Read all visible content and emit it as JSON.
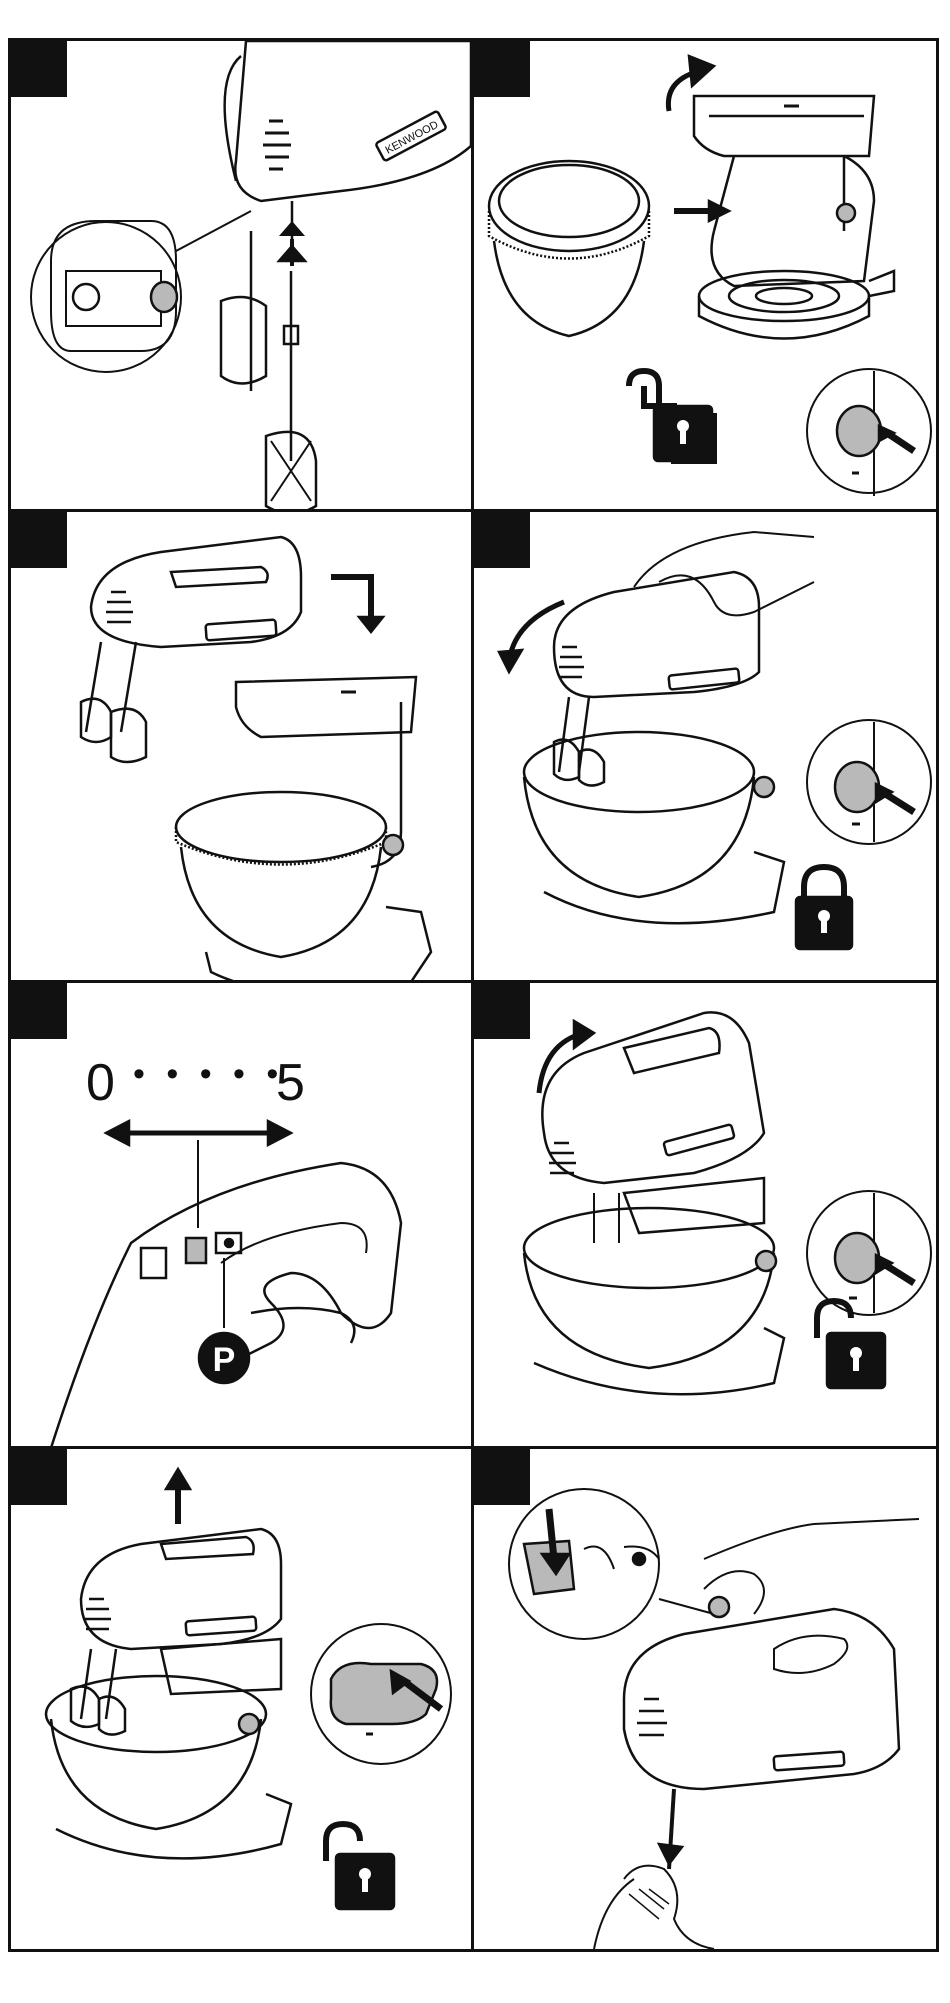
{
  "brand": "KENWOOD",
  "speed_scale": {
    "min": "0",
    "max": "5",
    "dots": "• • • • •"
  },
  "pulse_label": "P",
  "steps": [
    {
      "icon": "beater-fit-icon"
    },
    {
      "icon": "bowl-place-unlock-icon"
    },
    {
      "icon": "mixer-lower-icon"
    },
    {
      "icon": "mixer-tilt-lock-icon"
    },
    {
      "icon": "speed-control-icon"
    },
    {
      "icon": "mixer-raise-unlock-icon"
    },
    {
      "icon": "mixer-lift-off-icon"
    },
    {
      "icon": "beater-eject-icon"
    }
  ],
  "colors": {
    "line": "#111111",
    "fill_gray": "#b9b9b9",
    "background": "#ffffff"
  }
}
